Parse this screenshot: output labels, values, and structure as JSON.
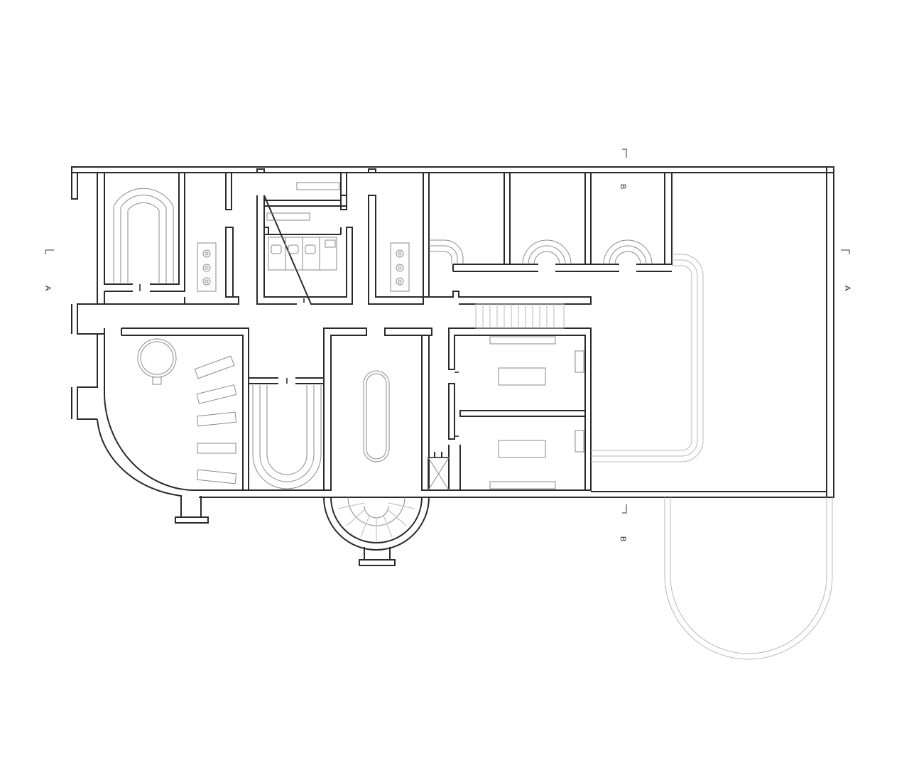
{
  "section_marks": {
    "a_left": "A",
    "a_right": "A",
    "b_top": "B",
    "b_bottom": "B"
  }
}
